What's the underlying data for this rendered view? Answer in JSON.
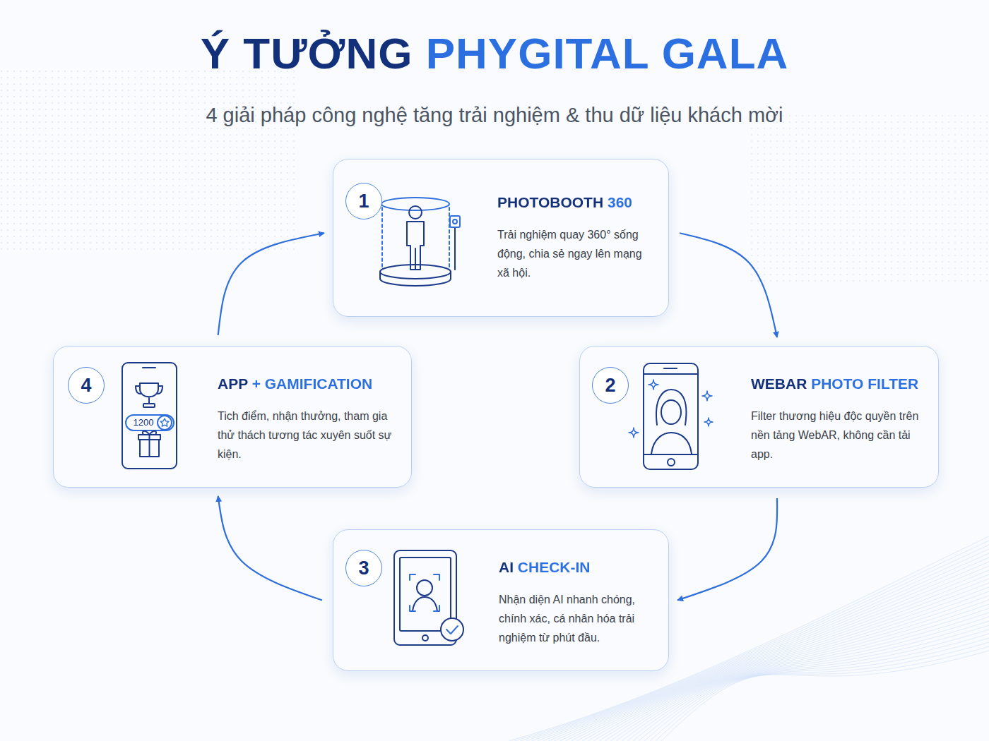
{
  "diagram": {
    "title": "Ý TƯỞNG PHYGITAL GALA",
    "caption": "4 giải pháp công nghệ tăng trải nghiệm & thu dữ liệu khách mời",
    "nodes": [
      {
        "text": [
          "PHOTOBOOTH 360",
          "Trải nghiệm quay 360° sống động, chia sẻ ngay lên mạng xã hội."
        ]
      },
      {
        "text": [
          "1"
        ],
        "in": 0
      },
      {
        "text": [
          "WEBAR PHOTO FILTER",
          "Filter thương hiệu độc quyền trên nền tảng WebAR, không cần tải app."
        ]
      },
      {
        "text": [
          "2"
        ],
        "in": 2
      },
      {
        "text": [
          "AI CHECK-IN",
          "Nhận diện AI nhanh chóng, chính xác, cá nhân hóa trải nghiệm từ phút đầu."
        ]
      },
      {
        "text": [
          "3"
        ],
        "in": 4
      },
      {
        "text": [
          "APP + GAMIFICATION",
          "Tich điểm, nhận thưởng, tham gia thử thách tương tác xuyên suốt sự kiện."
        ]
      },
      {
        "text": [
          "4"
        ],
        "in": 6
      }
    ],
    "edges": [
      {
        "from": 0,
        "to": 2,
        "arrow": "to"
      },
      {
        "from": 2,
        "to": 4,
        "arrow": "to"
      },
      {
        "from": 4,
        "to": 6,
        "arrow": "to"
      },
      {
        "from": 6,
        "to": 0,
        "arrow": "to"
      }
    ],
    "labels": [
      "1200"
    ]
  }
}
